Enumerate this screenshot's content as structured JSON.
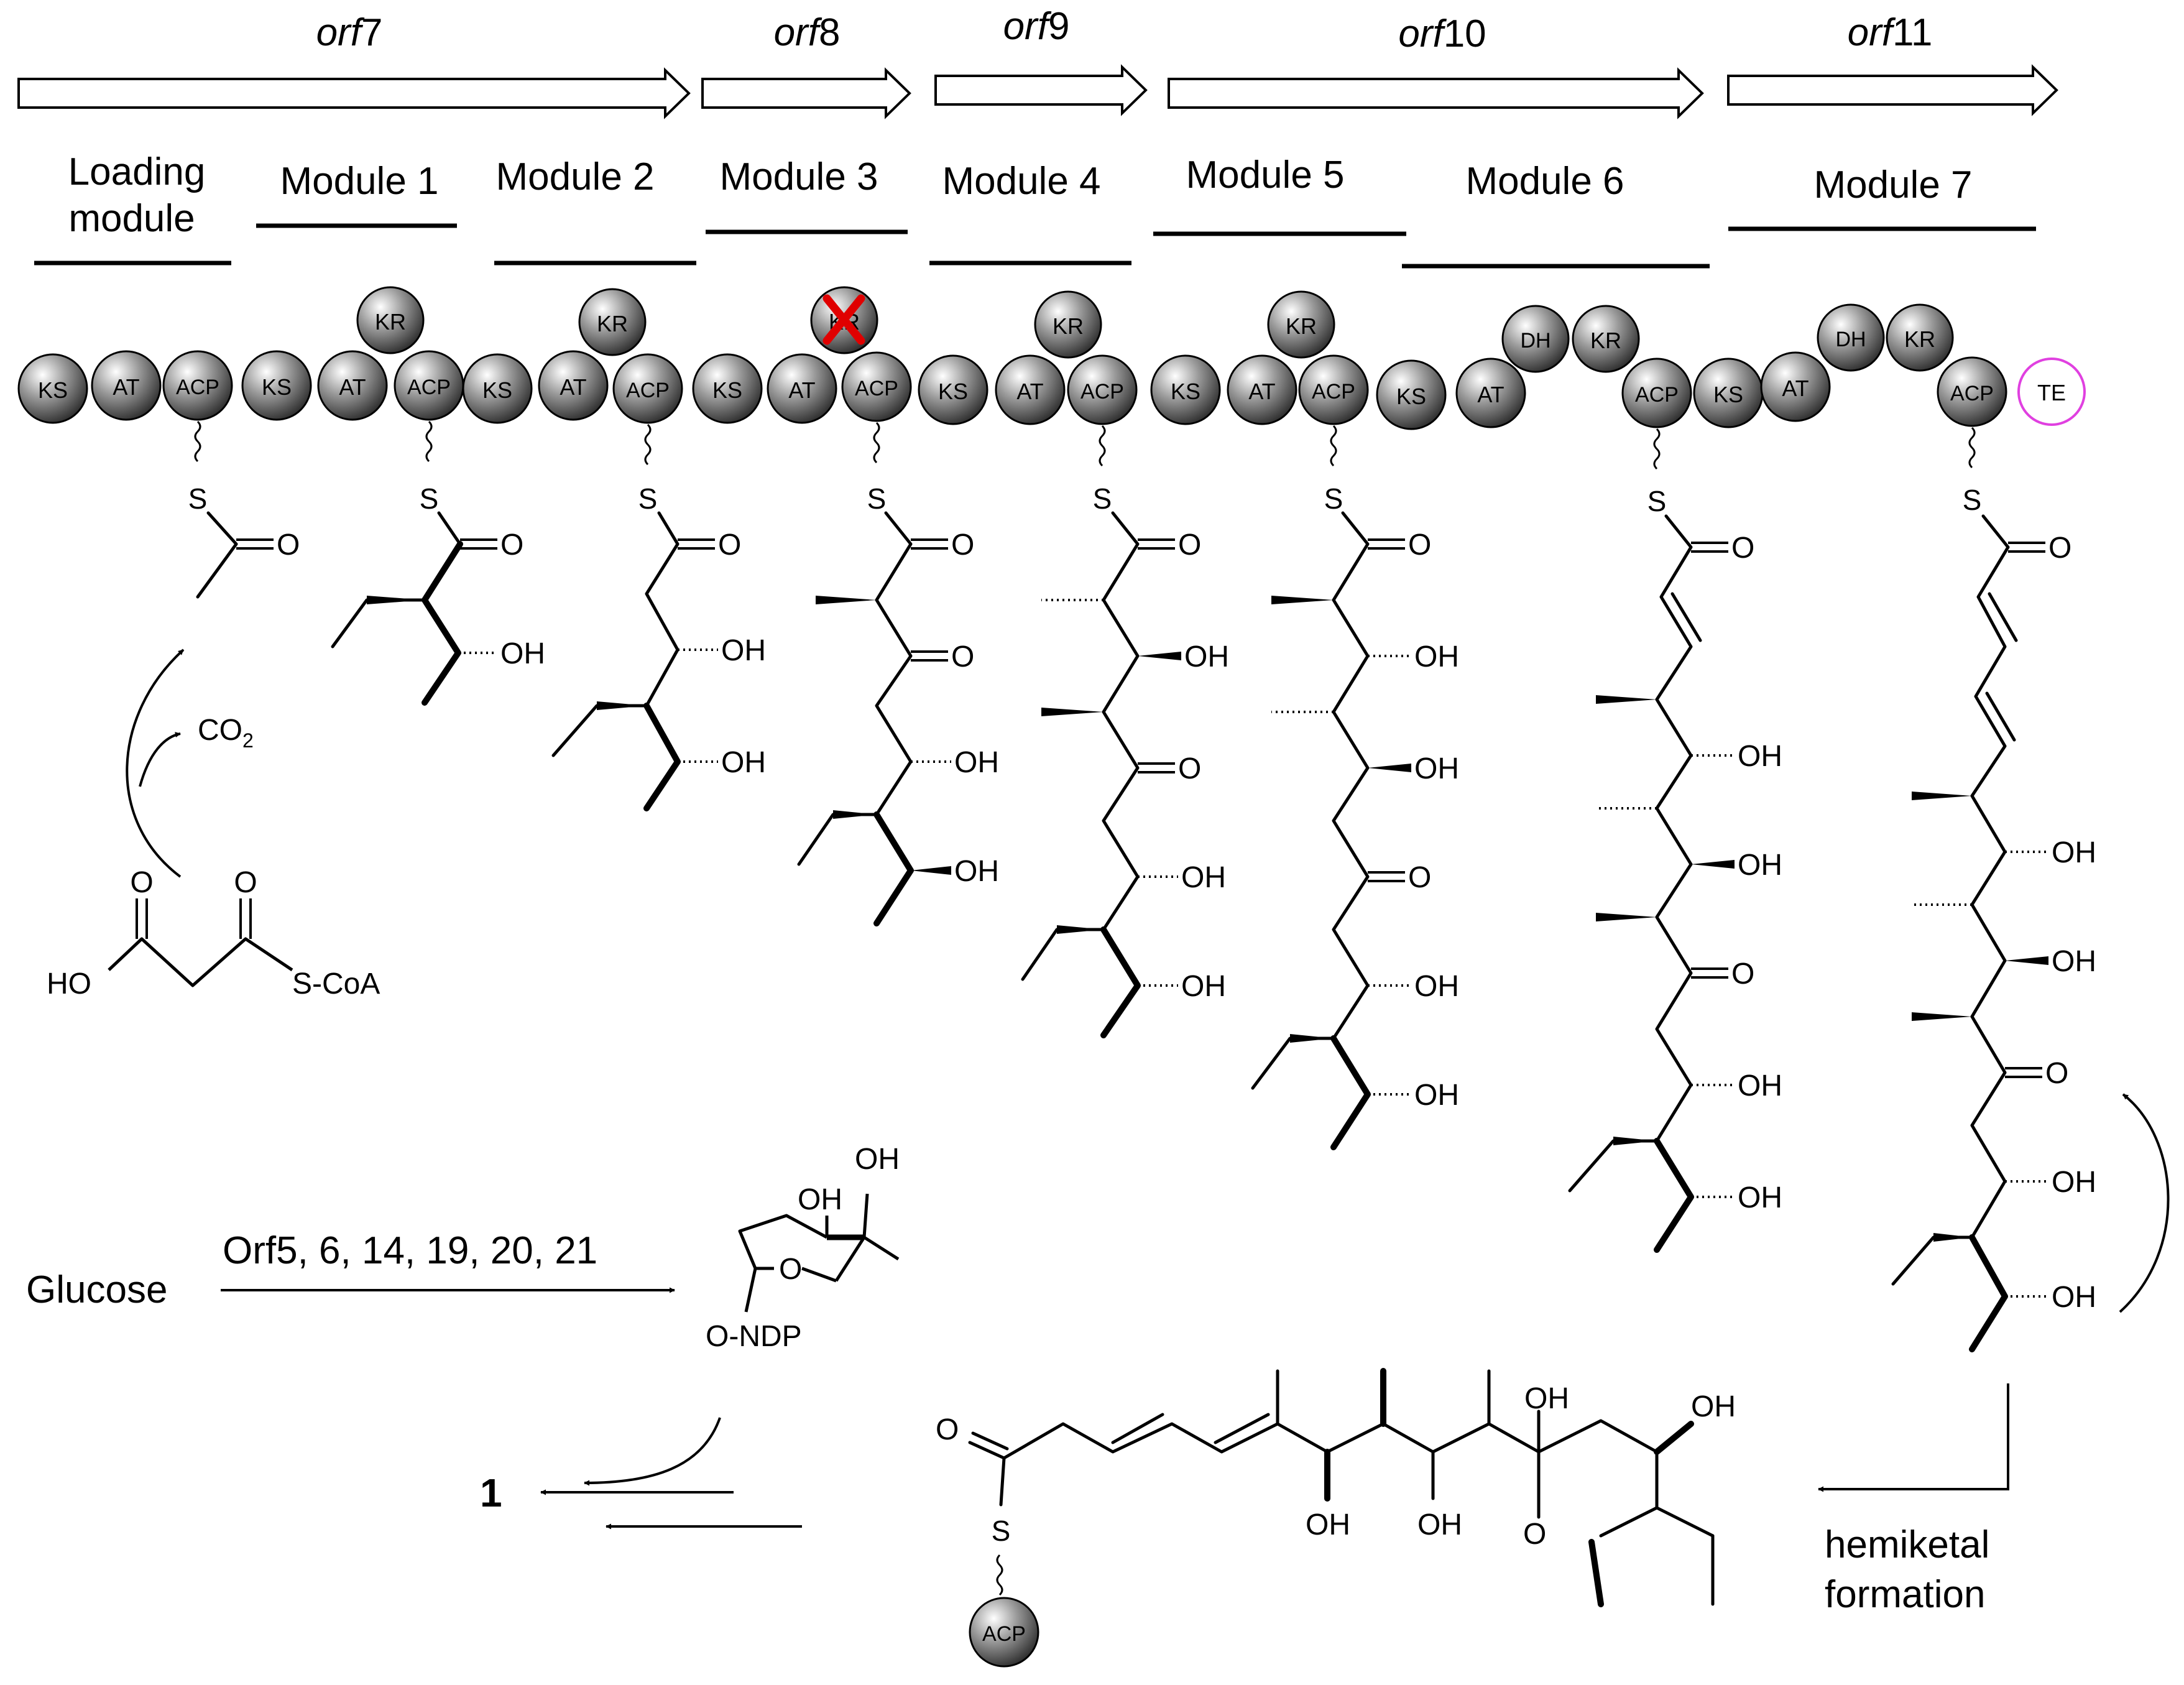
{
  "genes": [
    {
      "prefix": "orf",
      "num": "7"
    },
    {
      "prefix": "orf",
      "num": "8"
    },
    {
      "prefix": "orf",
      "num": "9"
    },
    {
      "prefix": "orf",
      "num": "10"
    },
    {
      "prefix": "orf",
      "num": "11"
    }
  ],
  "modules": [
    {
      "line1": "Loading",
      "line2": "module"
    },
    {
      "line1": "Module 1"
    },
    {
      "line1": "Module 2"
    },
    {
      "line1": "Module 3"
    },
    {
      "line1": "Module 4"
    },
    {
      "line1": "Module 5"
    },
    {
      "line1": "Module 6"
    },
    {
      "line1": "Module 7"
    }
  ],
  "domains": {
    "ks": "KS",
    "at": "AT",
    "acp": "ACP",
    "kr": "KR",
    "dh": "DH",
    "te": "TE"
  },
  "atoms": {
    "o": "O",
    "s": "S",
    "oh": "OH",
    "ho": "HO",
    "sulfur_coa": "S-CoA",
    "co2": "CO",
    "co2_sub": "2",
    "ondp": "O-NDP"
  },
  "labels": {
    "glucose": "Glucose",
    "enzymes": "Orf5, 6, 14, 19, 20, 21",
    "product": "1",
    "hemiketal_1": "hemiketal",
    "hemiketal_2": "formation"
  },
  "colors": {
    "inactive_mark": "#e00000",
    "te_outline": "#e040e0",
    "domain_fill_light": "#ffffff",
    "domain_fill_dark": "#333333"
  }
}
